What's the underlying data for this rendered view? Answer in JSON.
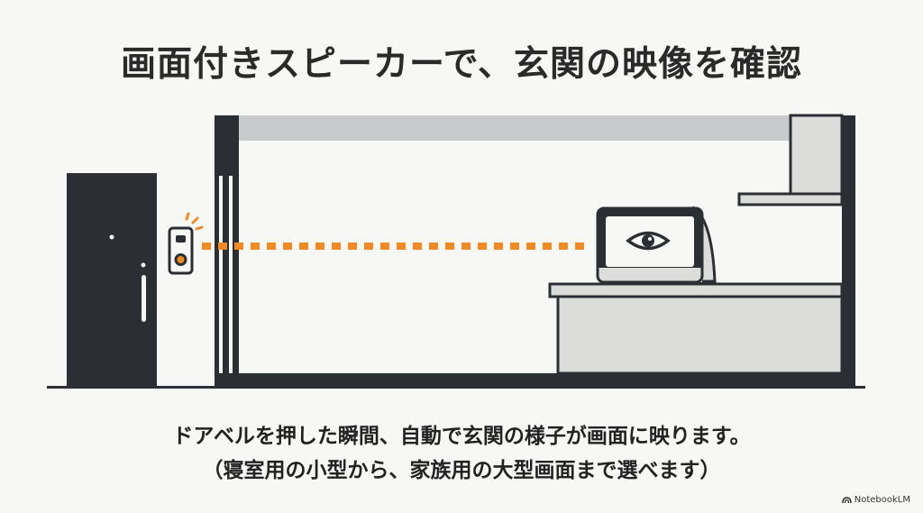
{
  "title": "画面付きスピーカーで、玄関の映像を確認",
  "caption": {
    "line1": "ドアベルを押した瞬間、自動で玄関の様子が画面に映ります。",
    "line2": "（寝室用の小型から、家族用の大型画面まで選べます）"
  },
  "brand": {
    "label": "NotebookLM",
    "icon": "notebooklm-logo-icon"
  },
  "colors": {
    "ink": "#2b2f33",
    "accent": "#f08a24",
    "wall_gray": "#c9cacb",
    "counter_gray": "#dcdcdb",
    "background": "#f7f7f5"
  },
  "icons": [
    "eye-icon",
    "doorbell-icon",
    "ring-signal-icon"
  ]
}
